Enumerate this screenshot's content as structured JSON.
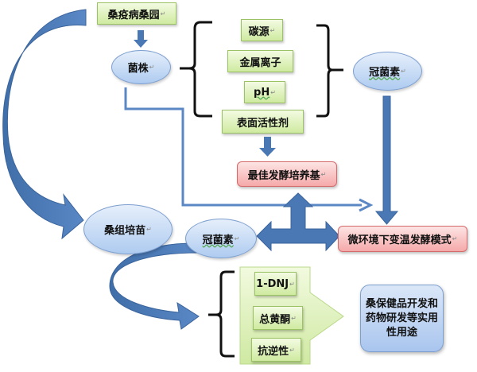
{
  "nodes": {
    "mulberry_garden": "桑疫病桑园",
    "strain": "菌株",
    "carbon_source": "碳源",
    "metal_ions": "金属离子",
    "ph": "pH",
    "surfactant": "表面活性剂",
    "optimal_medium": "最佳发酵培养基",
    "fungicin_top": "冠菌素",
    "micro_env_fermentation": "微环境下变温发酵模式",
    "mulberry_tissue_culture": "桑组培苗",
    "fungicin_mid": "冠菌素",
    "dnj": "1-DNJ",
    "total_flavonoids": "总黄酮",
    "stress_resistance": "抗逆性",
    "application": "桑保健品开发和药物研发等实用性用途"
  },
  "paragraph_mark": "↵",
  "colors": {
    "arrow_blue": "#4a78b5",
    "line_blue": "#5b87c5",
    "green_fill": "#d8eeb0",
    "red_fill": "#f7b8b8",
    "ellipse_fill": "#c2d8f4"
  }
}
